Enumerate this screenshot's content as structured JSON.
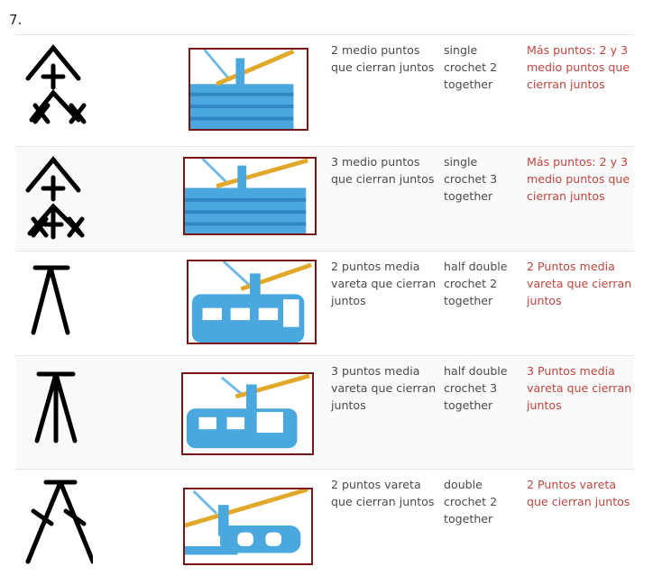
{
  "section_number": "7.",
  "rows": [
    {
      "symbol_icon": "sc2tog-symbol-icon",
      "es": "2 medio puntos que cierran juntos",
      "en": "single crochet 2 together",
      "link": "Más puntos: 2 y 3 medio puntos que cierran juntos"
    },
    {
      "symbol_icon": "sc3tog-symbol-icon",
      "es": "3 medio puntos que cierran juntos",
      "en": "single crochet 3 together",
      "link": "Más puntos: 2 y 3 medio puntos que cierran juntos"
    },
    {
      "symbol_icon": "hdc2tog-symbol-icon",
      "es": "2 puntos media vareta que cierran juntos",
      "en": "half double crochet 2 together",
      "link": "2 Puntos media vareta que cierran juntos"
    },
    {
      "symbol_icon": "hdc3tog-symbol-icon",
      "es": "3 puntos media vareta que cierran juntos",
      "en": "half double crochet 3 together",
      "link": "3 Puntos media vareta que cierran juntos"
    },
    {
      "symbol_icon": "dc2tog-symbol-icon",
      "es": "2 puntos vareta que cierran juntos",
      "en": "double crochet 2 together",
      "link": "2 Puntos vareta que cierran juntos"
    }
  ],
  "colors": {
    "link_red": "#c2453f",
    "photo_border": "#7a1515",
    "yarn_blue": "#4aa8df",
    "hook_gold": "#e2a82a"
  }
}
